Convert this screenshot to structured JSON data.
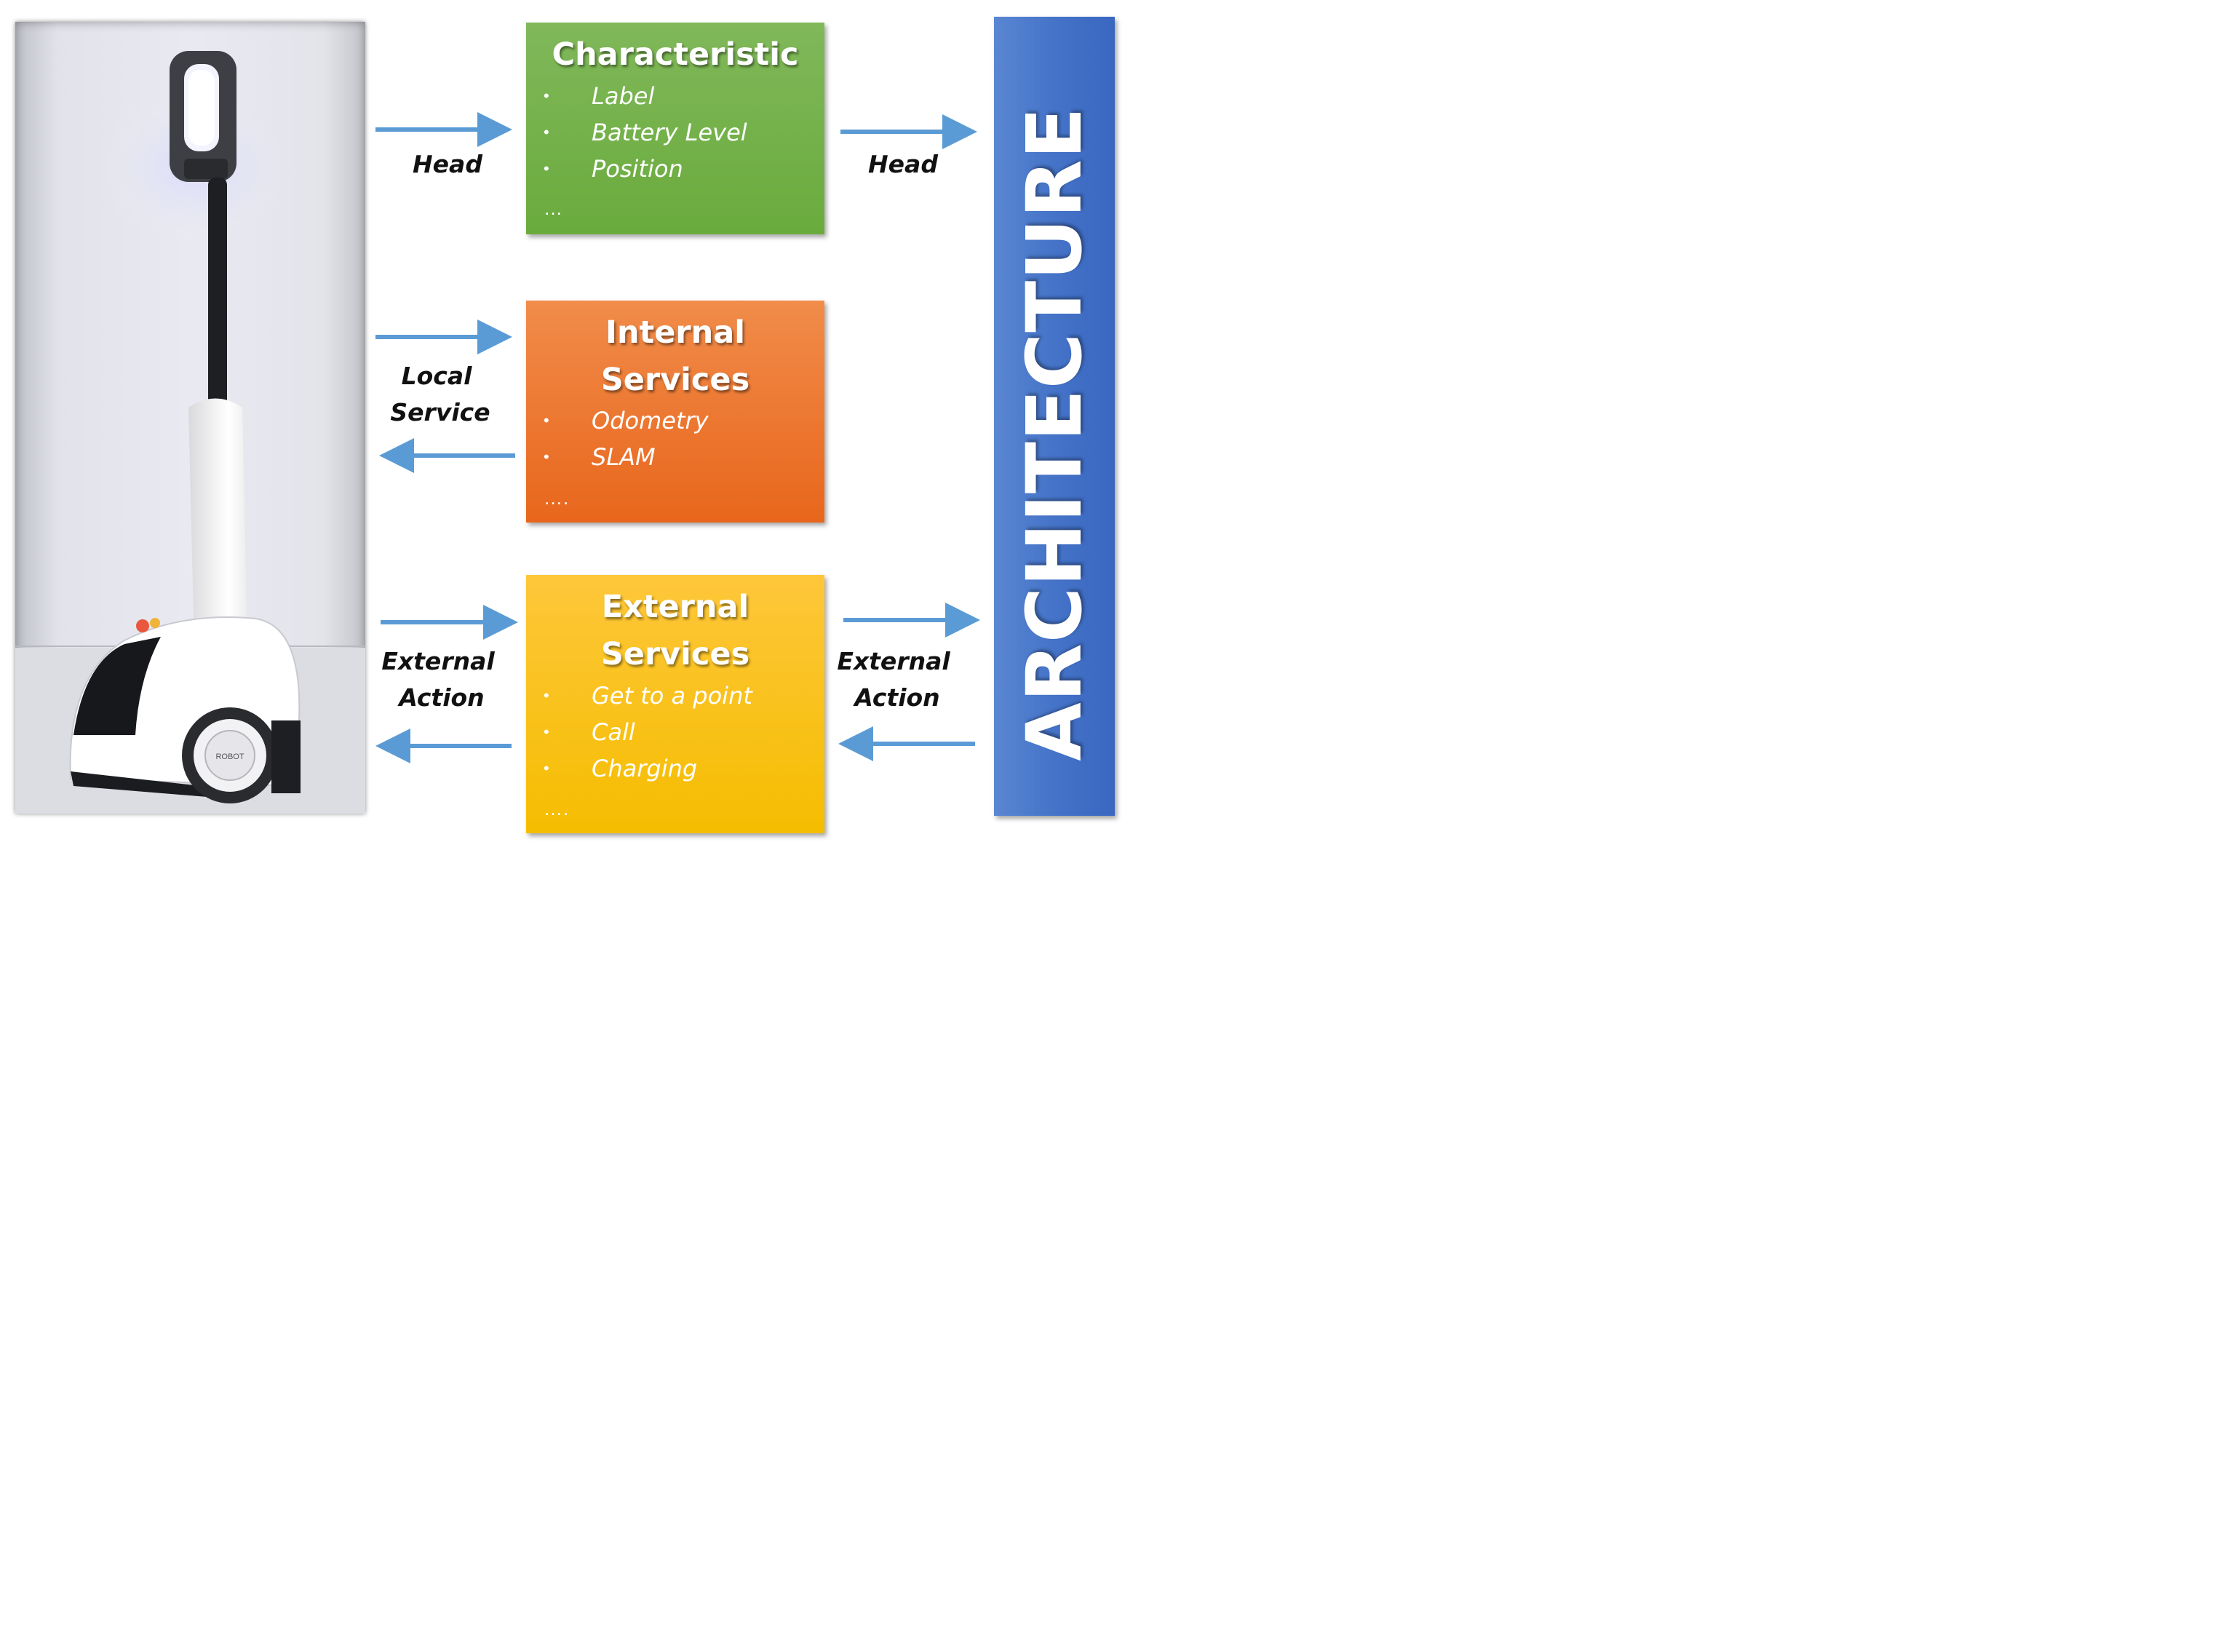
{
  "boxes": {
    "characteristic": {
      "title": "Characteristic",
      "items": [
        "Label",
        "Battery Level",
        "Position"
      ],
      "more": "…"
    },
    "internal": {
      "title_line1": "Internal",
      "title_line2": "Services",
      "items": [
        "Odometry",
        "SLAM"
      ],
      "more": "…."
    },
    "external": {
      "title_line1": "External",
      "title_line2": "Services",
      "items": [
        "Get to a point",
        "Call",
        "Charging"
      ],
      "more": "…."
    }
  },
  "architecture": {
    "label": "ARCHITECTURE"
  },
  "labels": {
    "head_left": "Head",
    "head_right": "Head",
    "local_service_line1": "Local",
    "local_service_line2": "Service",
    "external_action_left_line1": "External",
    "external_action_left_line2": "Action",
    "external_action_right_line1": "External",
    "external_action_right_line2": "Action"
  },
  "bullet_glyph": "•",
  "colors": {
    "characteristic": "#6aab3d",
    "internal": "#e8661c",
    "external": "#f5bd00",
    "architecture": "#4473c8",
    "arrow": "#5b9bd5"
  }
}
